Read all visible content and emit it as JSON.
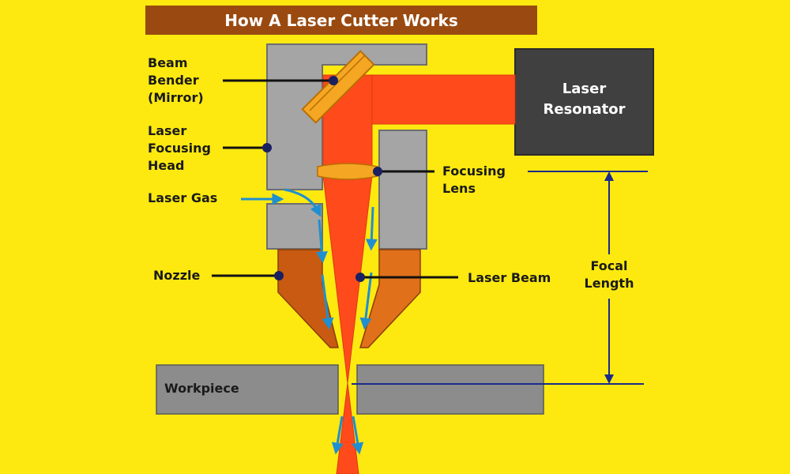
{
  "title": "How A Laser Cutter Works",
  "labels": {
    "beam_bender": [
      "Beam",
      "Bender",
      "(Mirror)"
    ],
    "focusing_head": [
      "Laser",
      "Focusing",
      "Head"
    ],
    "laser_gas": "Laser Gas",
    "nozzle": "Nozzle",
    "workpiece": "Workpiece",
    "laser_resonator": [
      "Laser",
      "Resonator"
    ],
    "focusing_lens": [
      "Focusing",
      "Lens"
    ],
    "laser_beam": "Laser Beam",
    "focal_length": [
      "Focal",
      "Length"
    ]
  },
  "colors": {
    "background": "#fde910",
    "title_bar": "#9a4a10",
    "laser_beam": "#ff4a1c",
    "laser_beam_edge": "#d93a10",
    "mirror": "#f5a623",
    "head_gray": "#a5a5a5",
    "head_border": "#6e6e6e",
    "nozzle": "#c85a12",
    "nozzle_light": "#e0701a",
    "resonator": "#404040",
    "workpiece": "#8c8c8c",
    "gas_arrow": "#1f8fd0",
    "dimension_line": "#1a2a8a"
  }
}
